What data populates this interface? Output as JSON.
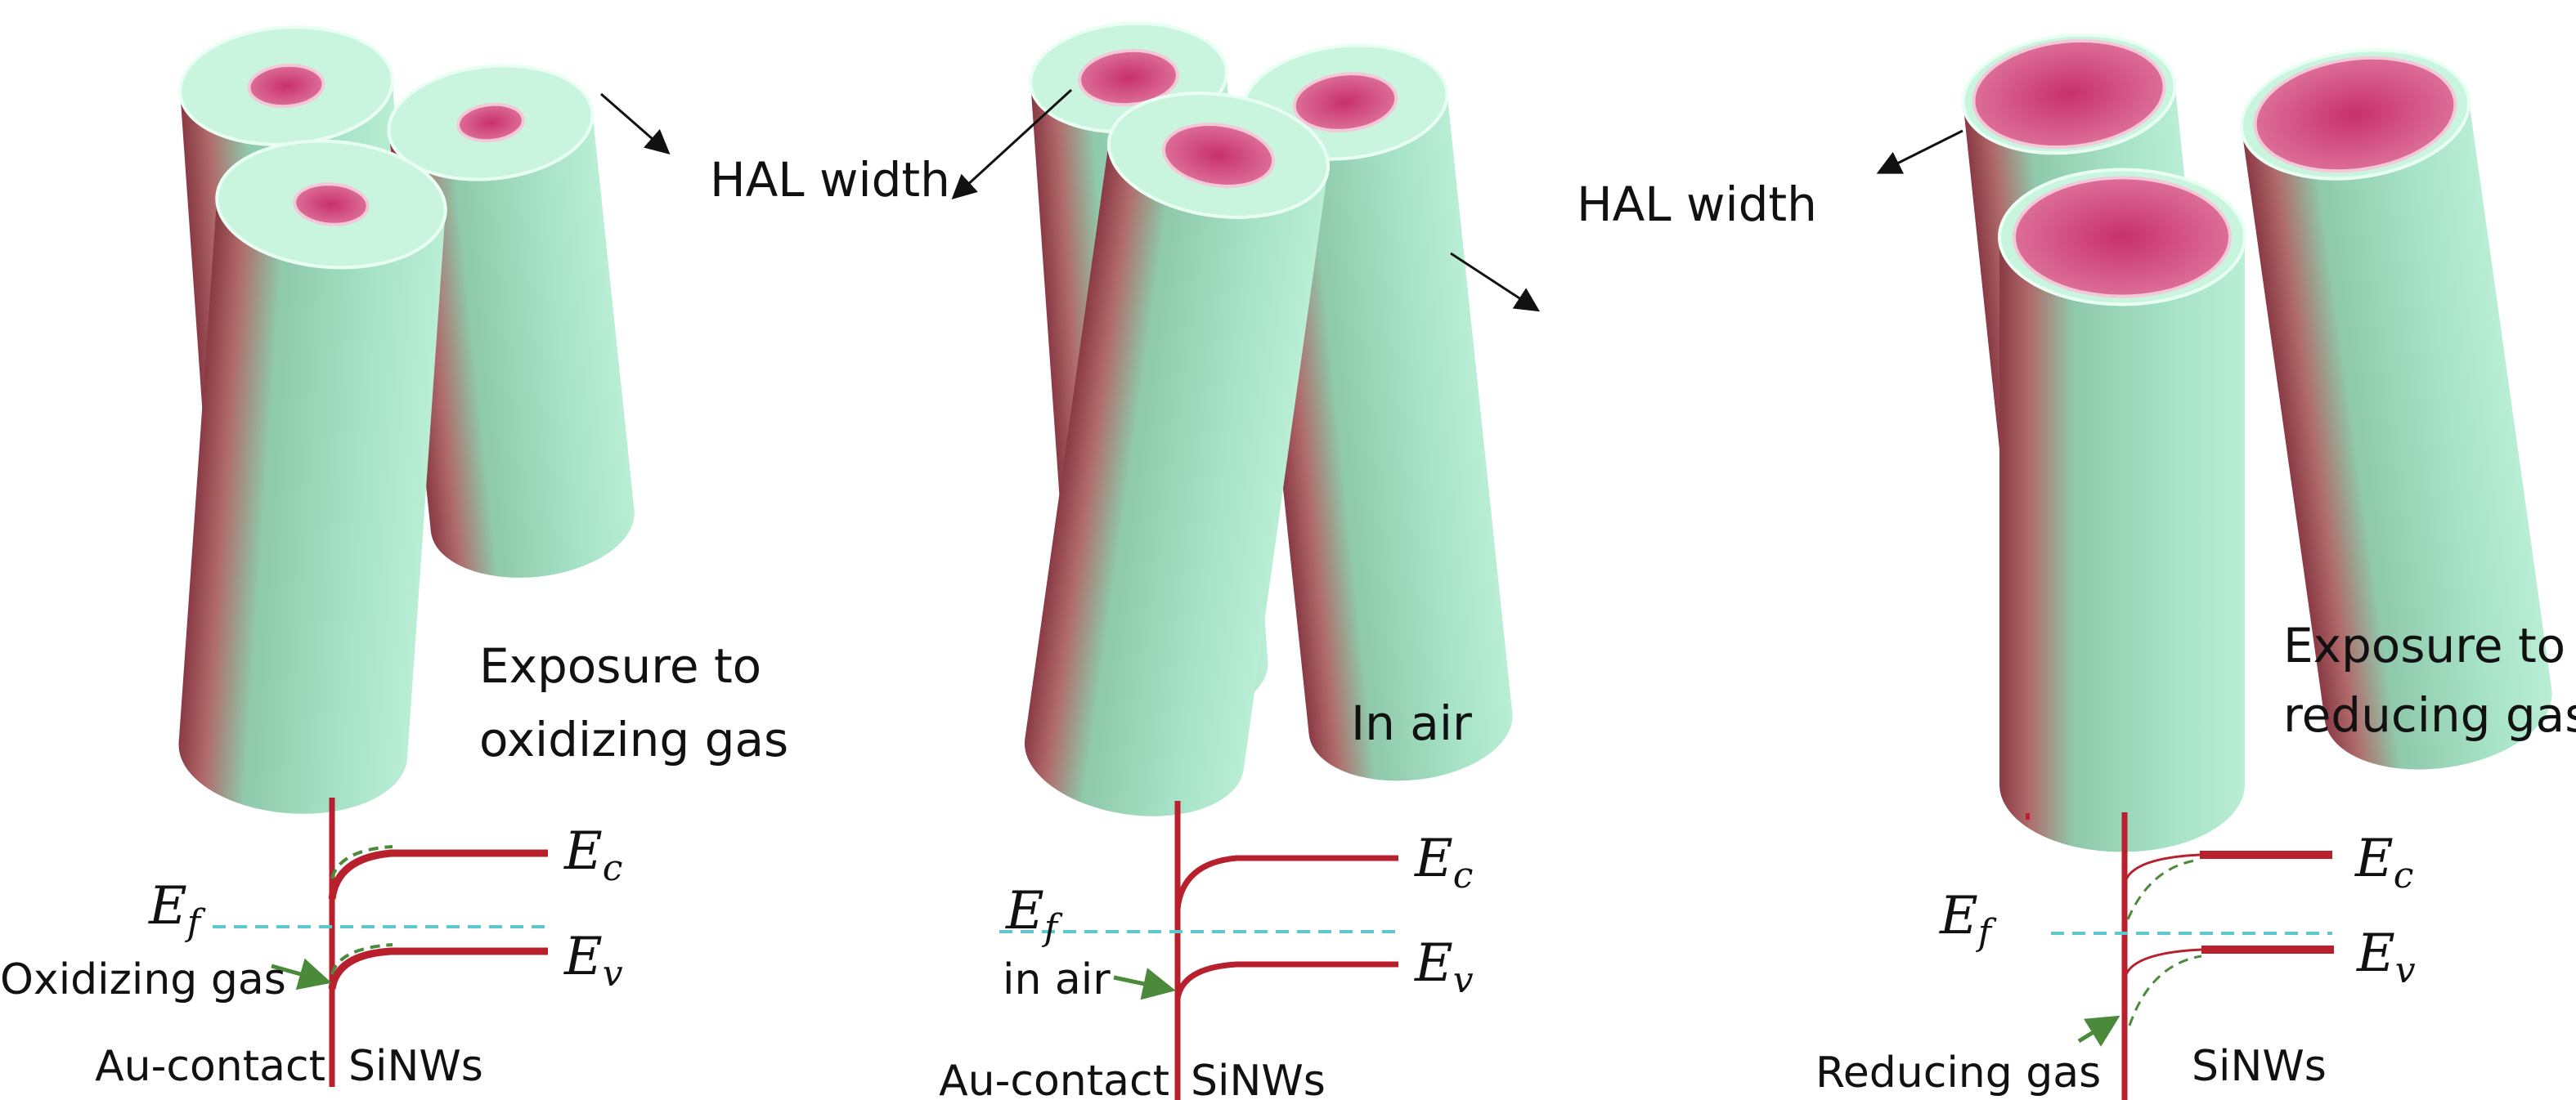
{
  "colors": {
    "band": "#b8202d",
    "fermi": "#5ec8cc",
    "shift": "#4a8a3a",
    "shell": "#a6e2c6",
    "core": "#cf3c78"
  },
  "panels": [
    {
      "caption_line1": "Exposure to",
      "caption_line2": "oxidizing gas",
      "hal_label": "HAL width",
      "band": {
        "ec": {
          "main": "E",
          "sub": "c"
        },
        "ev": {
          "main": "E",
          "sub": "v"
        },
        "ef": {
          "main": "E",
          "sub": "f"
        },
        "gas_label": "Oxidizing gas",
        "left_label": "Au-contact",
        "right_label": "SiNWs"
      }
    },
    {
      "caption_line1": "In air",
      "hal_label": "HAL width",
      "band": {
        "ec": {
          "main": "E",
          "sub": "c"
        },
        "ev": {
          "main": "E",
          "sub": "v"
        },
        "ef": {
          "main": "E",
          "sub": "f"
        },
        "gas_label": "in air",
        "left_label": "Au-contact",
        "right_label": "SiNWs"
      }
    },
    {
      "caption_line1": "Exposure to",
      "caption_line2": "reducing gas",
      "band": {
        "ec": {
          "main": "E",
          "sub": "c"
        },
        "ev": {
          "main": "E",
          "sub": "v"
        },
        "ef": {
          "main": "E",
          "sub": "f"
        },
        "gas_label": "Reducing gas",
        "right_label": "SiNWs"
      }
    }
  ]
}
